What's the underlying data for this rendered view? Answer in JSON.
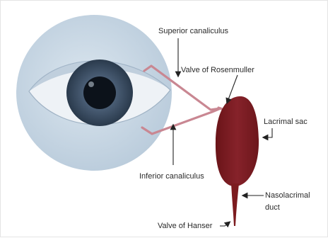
{
  "labels": {
    "superior_canaliculus": "Superior canaliculus",
    "valve_of_rosenmuller": "Valve of Rosenmuller",
    "lacrimal_sac": "Lacrimal sac",
    "inferior_canaliculus": "Inferior canaliculus",
    "nasolacrimal_duct_line1": "Nasolacrimal",
    "nasolacrimal_duct_line2": "duct",
    "valve_of_hasner": "Valve of Hanser"
  },
  "colors": {
    "orbit": "#c7d6e3",
    "sclera": "#eef1f4",
    "iris": "#3b4d63",
    "pupil": "#0b1016",
    "sac": "#7c1b1f",
    "canaliculus": "#c88790",
    "leader": "#222222"
  }
}
